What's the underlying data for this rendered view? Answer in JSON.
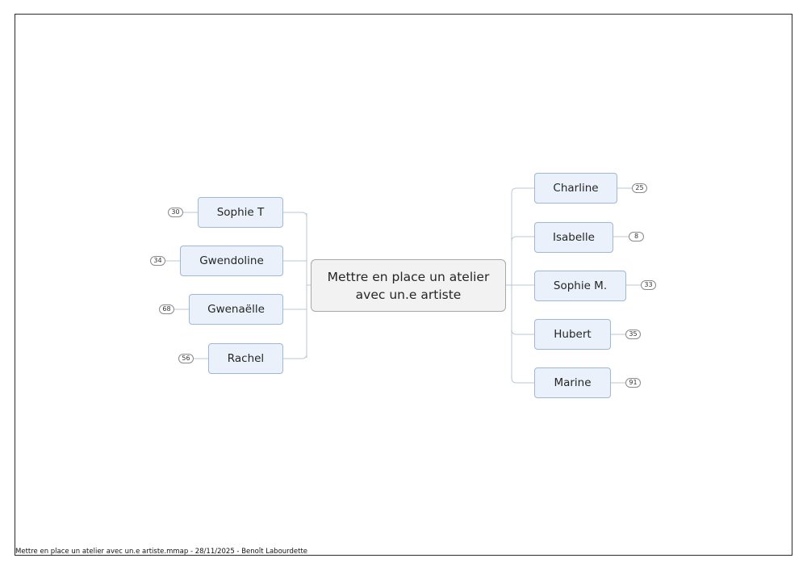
{
  "central": {
    "line1": "Mettre en place un atelier",
    "line2": "avec un.e artiste"
  },
  "left_topics": [
    {
      "label": "Sophie T",
      "count": "30"
    },
    {
      "label": "Gwendoline",
      "count": "34"
    },
    {
      "label": "Gwenaëlle",
      "count": "68"
    },
    {
      "label": "Rachel",
      "count": "56"
    }
  ],
  "right_topics": [
    {
      "label": "Charline",
      "count": "25"
    },
    {
      "label": "Isabelle",
      "count": "8"
    },
    {
      "label": "Sophie M.",
      "count": "33"
    },
    {
      "label": "Hubert",
      "count": "35"
    },
    {
      "label": "Marine",
      "count": "91"
    }
  ],
  "footer": {
    "text": "Mettre en place un atelier avec un.e artiste.mmap - 28/11/2025 - Benoît Labourdette"
  },
  "colors": {
    "topic_fill": "#eaf1fa",
    "topic_border": "#9fb8d3",
    "central_fill": "#f2f2f2",
    "connector": "#b9c7d6"
  }
}
